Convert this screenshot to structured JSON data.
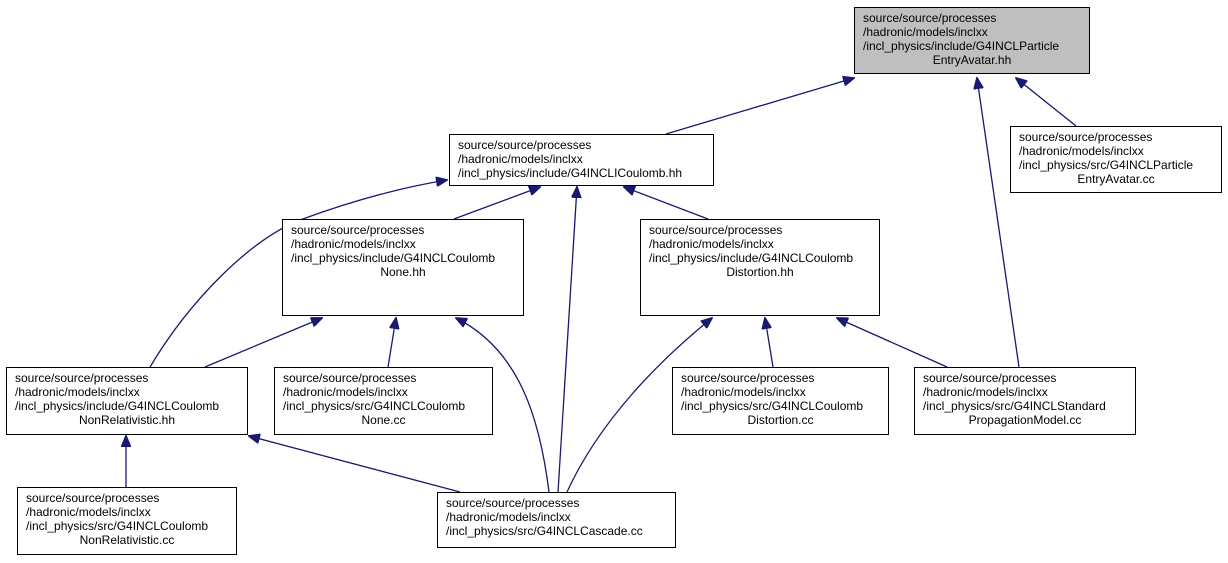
{
  "colors": {
    "edge": "#191970",
    "node_border": "#000000",
    "node_fill": "#ffffff",
    "current_fill": "#bfbfbf"
  },
  "nodes": [
    {
      "id": "n0",
      "lines": [
        "source/source/processes",
        "/hadronic/models/inclxx",
        "/incl_physics/include/G4INCLParticle",
        "EntryAvatar.hh"
      ],
      "current": true
    },
    {
      "id": "n1",
      "lines": [
        "source/source/processes",
        "/hadronic/models/inclxx",
        "/incl_physics/include/G4INCLICoulomb.hh"
      ]
    },
    {
      "id": "n2",
      "lines": [
        "source/source/processes",
        "/hadronic/models/inclxx",
        "/incl_physics/src/G4INCLParticle",
        "EntryAvatar.cc"
      ]
    },
    {
      "id": "n3",
      "lines": [
        "source/source/processes",
        "/hadronic/models/inclxx",
        "/incl_physics/include/G4INCLCoulomb",
        "None.hh"
      ]
    },
    {
      "id": "n4",
      "lines": [
        "source/source/processes",
        "/hadronic/models/inclxx",
        "/incl_physics/include/G4INCLCoulomb",
        "Distortion.hh"
      ]
    },
    {
      "id": "n5",
      "lines": [
        "source/source/processes",
        "/hadronic/models/inclxx",
        "/incl_physics/include/G4INCLCoulomb",
        "NonRelativistic.hh"
      ]
    },
    {
      "id": "n6",
      "lines": [
        "source/source/processes",
        "/hadronic/models/inclxx",
        "/incl_physics/src/G4INCLCoulomb",
        "None.cc"
      ]
    },
    {
      "id": "n7",
      "lines": [
        "source/source/processes",
        "/hadronic/models/inclxx",
        "/incl_physics/src/G4INCLCoulomb",
        "Distortion.cc"
      ]
    },
    {
      "id": "n8",
      "lines": [
        "source/source/processes",
        "/hadronic/models/inclxx",
        "/incl_physics/src/G4INCLStandard",
        "PropagationModel.cc"
      ]
    },
    {
      "id": "n9",
      "lines": [
        "source/source/processes",
        "/hadronic/models/inclxx",
        "/incl_physics/src/G4INCLCoulomb",
        "NonRelativistic.cc"
      ]
    },
    {
      "id": "n10",
      "lines": [
        "source/source/processes",
        "/hadronic/models/inclxx",
        "/incl_physics/src/G4INCLCascade.cc"
      ]
    }
  ],
  "edges": [
    {
      "from": "n1",
      "to": "n0"
    },
    {
      "from": "n2",
      "to": "n0"
    },
    {
      "from": "n8",
      "to": "n0"
    },
    {
      "from": "n3",
      "to": "n1"
    },
    {
      "from": "n4",
      "to": "n1"
    },
    {
      "from": "n5",
      "to": "n1"
    },
    {
      "from": "n10",
      "to": "n1"
    },
    {
      "from": "n5",
      "to": "n3"
    },
    {
      "from": "n6",
      "to": "n3"
    },
    {
      "from": "n10",
      "to": "n3"
    },
    {
      "from": "n10",
      "to": "n4"
    },
    {
      "from": "n7",
      "to": "n4"
    },
    {
      "from": "n8",
      "to": "n4"
    },
    {
      "from": "n9",
      "to": "n5"
    },
    {
      "from": "n10",
      "to": "n5"
    }
  ]
}
